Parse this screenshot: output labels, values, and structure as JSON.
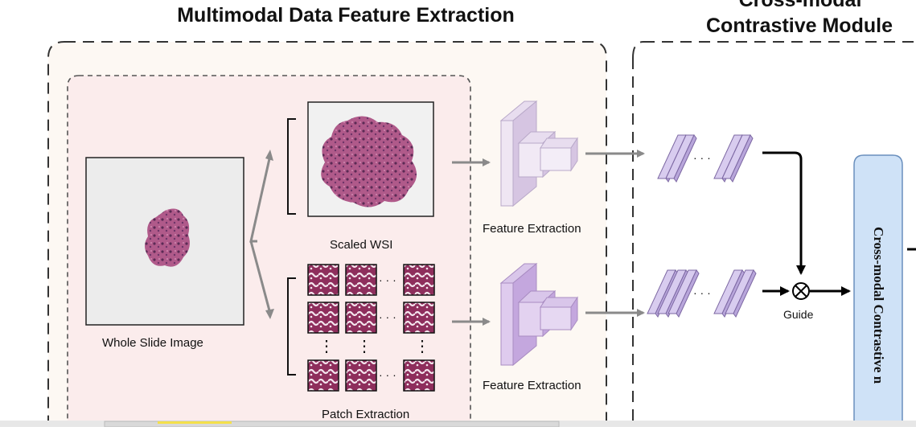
{
  "titles": {
    "left": "Multimodal Data Feature Extraction",
    "right_line1": "Cross-modal",
    "right_line2": "Contrastive Module"
  },
  "labels": {
    "whole_slide": "Whole Slide Image",
    "scaled_wsi": "Scaled WSI",
    "patch_extraction": "Patch Extraction",
    "feature_extraction_top": "Feature Extraction",
    "feature_extraction_bottom": "Feature Extraction",
    "guide": "Guide",
    "module_vertical": "Cross-modal Contrastive n"
  },
  "glyphs": {
    "ellipsis": "· · ·",
    "patch_row_dots": "· · ·",
    "patch_col_dots": "⋮",
    "multiply": "⊗"
  },
  "colors": {
    "outer_panel_fill": "#fdf8f3",
    "inner_panel_fill": "#fbecec",
    "cube_top": "#efe6f3",
    "cube_bottom": "#ddc7ec",
    "module_fill": "#cfe2f7",
    "tissue": "#a0467a",
    "arrow_gray": "#8a8a8a"
  },
  "icons": {
    "split_arrows": "chevron-split-arrow-icon",
    "guide": "multiply-circle-icon"
  }
}
